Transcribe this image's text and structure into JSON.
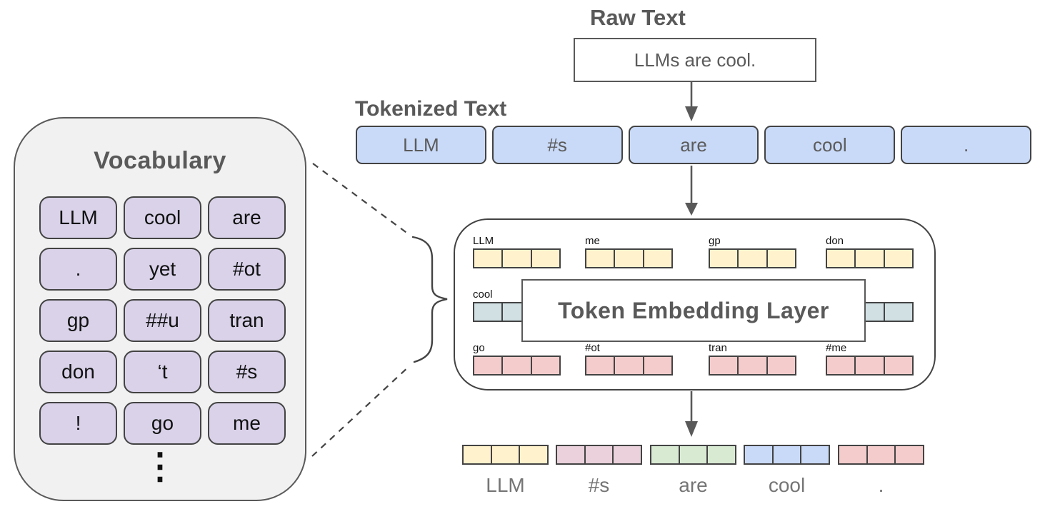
{
  "palette": {
    "heading_gray": "#595959",
    "border_dark": "#434343",
    "vocab_panel_bg": "#f1f1f1",
    "vocab_chip_bg": "#d9d2e9",
    "token_box_bg": "#c9daf8"
  },
  "raw_text": {
    "title": "Raw Text",
    "sentence": "LLMs are cool."
  },
  "tokenized": {
    "title": "Tokenized Text",
    "tokens": [
      "LLM",
      "#s",
      "are",
      "cool",
      "."
    ]
  },
  "vocabulary": {
    "title": "Vocabulary",
    "tokens": [
      "LLM",
      "cool",
      "are",
      ".",
      "yet",
      "#ot",
      "gp",
      "##u",
      "tran",
      "don",
      "‘t",
      "#s",
      "!",
      "go",
      "me"
    ],
    "ellipsis": "⋮"
  },
  "embedding_layer": {
    "label": "Token Embedding Layer",
    "cells_per_vector": 3,
    "rows": [
      {
        "name": "top",
        "color": "#fff2cc",
        "vectors": [
          {
            "label": "LLM",
            "slot": 0
          },
          {
            "label": "me",
            "slot": 1
          },
          {
            "label": "gp",
            "slot": 2
          },
          {
            "label": "don",
            "slot": 3
          }
        ]
      },
      {
        "name": "middle",
        "color": "#d0e0e3",
        "vectors": [
          {
            "label": "cool",
            "slot": 0
          },
          {
            "label": "",
            "slot": 3
          }
        ]
      },
      {
        "name": "bottom",
        "color": "#f4cccc",
        "vectors": [
          {
            "label": "go",
            "slot": 0
          },
          {
            "label": "#ot",
            "slot": 1
          },
          {
            "label": "tran",
            "slot": 2
          },
          {
            "label": "#me",
            "slot": 3
          }
        ]
      }
    ]
  },
  "output_embeddings": [
    {
      "label": "LLM",
      "color": "#fff2cc"
    },
    {
      "label": "#s",
      "color": "#ead1dc"
    },
    {
      "label": "are",
      "color": "#d9ead3"
    },
    {
      "label": "cool",
      "color": "#c9daf8"
    },
    {
      "label": ".",
      "color": "#f4cccc"
    }
  ]
}
